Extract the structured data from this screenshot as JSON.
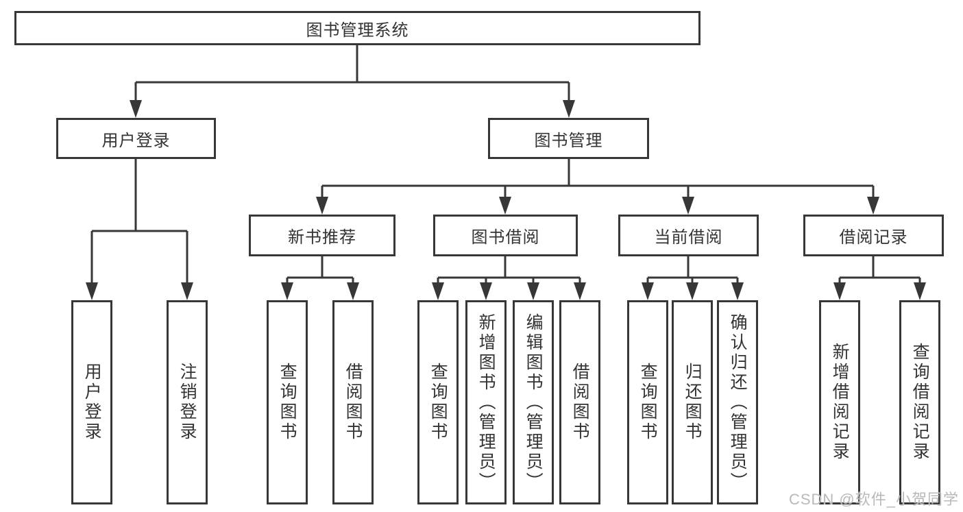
{
  "colors": {
    "line": "#373737",
    "box_border": "#373737",
    "box_background": "#ffffff",
    "text": "#333333",
    "watermark": "#b9b9b9",
    "page_background": "#ffffff"
  },
  "tree": {
    "label": "图书管理系统",
    "children": [
      {
        "label": "用户登录",
        "children": [
          {
            "label": "用户登录"
          },
          {
            "label": "注销登录"
          }
        ]
      },
      {
        "label": "图书管理",
        "children": [
          {
            "label": "新书推荐",
            "children": [
              {
                "label": "查询图书"
              },
              {
                "label": "借阅图书"
              }
            ]
          },
          {
            "label": "图书借阅",
            "children": [
              {
                "label": "查询图书"
              },
              {
                "label": "新增图书（管理员）"
              },
              {
                "label": "编辑图书（管理员）"
              },
              {
                "label": "借阅图书"
              }
            ]
          },
          {
            "label": "当前借阅",
            "children": [
              {
                "label": "查询图书"
              },
              {
                "label": "归还图书"
              },
              {
                "label": "确认归还（管理员）"
              }
            ]
          },
          {
            "label": "借阅记录",
            "children": [
              {
                "label": "新增借阅记录"
              },
              {
                "label": "查询借阅记录"
              }
            ]
          }
        ]
      }
    ]
  },
  "watermark": {
    "text": "CSDN @软件_小贺同学"
  }
}
